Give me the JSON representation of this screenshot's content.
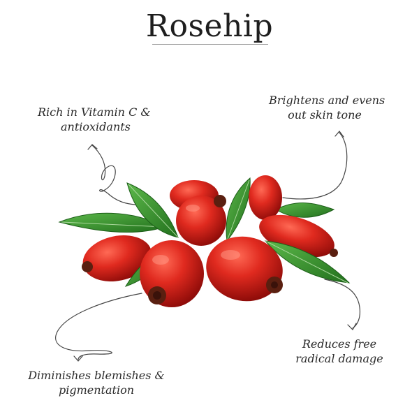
{
  "title": "Rosehip",
  "callouts": {
    "vitamin": {
      "line1": "Rich in Vitamin C &",
      "line2": "antioxidants"
    },
    "brightens": {
      "line1": "Brightens and evens",
      "line2": "out skin tone"
    },
    "radical": {
      "line1": "Reduces free",
      "line2": "radical damage"
    },
    "blemishes": {
      "line1": "Diminishes blemishes &",
      "line2": "pigmentation"
    }
  },
  "colors": {
    "berry": "#d8201a",
    "berry_dark": "#9c0f0c",
    "leaf": "#2f8a2a",
    "leaf_dark": "#1c5e18",
    "line": "#444444"
  }
}
